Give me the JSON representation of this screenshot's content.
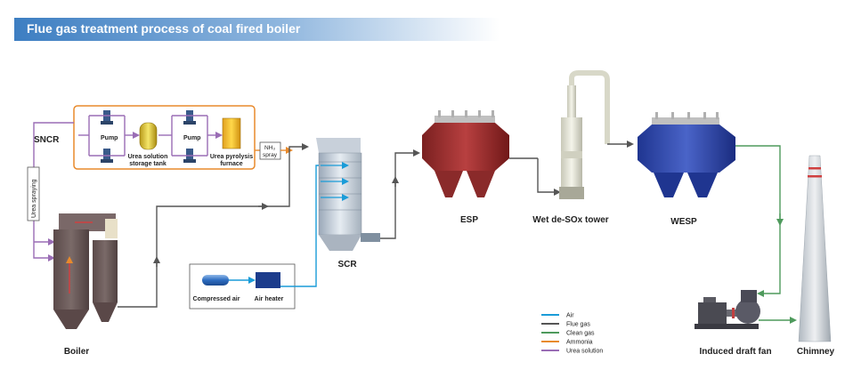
{
  "title": "Flue gas treatment process of coal fired boiler",
  "labels": {
    "sncr": "SNCR",
    "pump1": "Pump",
    "tank1": "Urea solution",
    "tank2": "storage tank",
    "pump2": "Pump",
    "furnace1": "Urea pyrolysis",
    "furnace2": "furnace",
    "nh3_1": "NH₃",
    "nh3_2": "spray",
    "urea_spraying": "Urea spraying",
    "boiler": "Boiler",
    "compressed_air": "Compressed air",
    "air_heater": "Air heater",
    "scr": "SCR",
    "esp": "ESP",
    "desox": "Wet de-SOx tower",
    "wesp": "WESP",
    "fan": "Induced draft fan",
    "chimney": "Chimney"
  },
  "legend": [
    {
      "label": "Air",
      "color": "#1a9cd8"
    },
    {
      "label": "Flue gas",
      "color": "#555555"
    },
    {
      "label": "Clean gas",
      "color": "#4e9a5c"
    },
    {
      "label": "Ammonia",
      "color": "#e88a2c"
    },
    {
      "label": "Urea solution",
      "color": "#9a6db5"
    }
  ]
}
